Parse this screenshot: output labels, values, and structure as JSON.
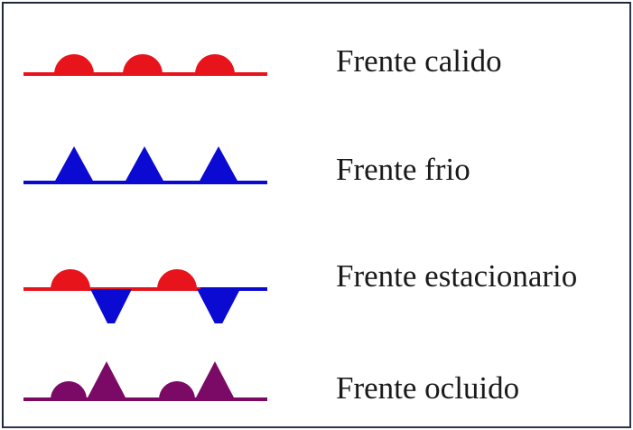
{
  "legend": {
    "items": [
      {
        "id": "warm",
        "label": "Frente calido",
        "symbol": "semicircles",
        "color": "#e8141c"
      },
      {
        "id": "cold",
        "label": "Frente frio",
        "symbol": "triangles",
        "color": "#0a0ad2"
      },
      {
        "id": "stationary",
        "label": "Frente estacionario",
        "symbol": "alternating semicircles and inverted triangles",
        "colors": [
          "#e8141c",
          "#0a0ad2"
        ]
      },
      {
        "id": "occluded",
        "label": "Frente ocluido",
        "symbol": "alternating semicircles and triangles",
        "color": "#7a0a66"
      }
    ]
  }
}
